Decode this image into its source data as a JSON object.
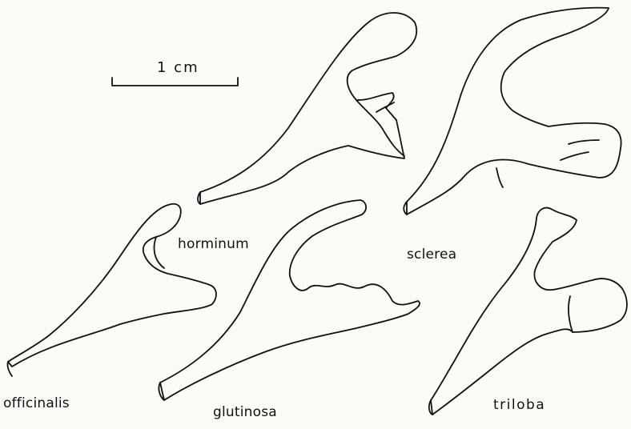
{
  "scale_bar": {
    "label": "1 cm"
  },
  "specimens": [
    {
      "id": "horminum",
      "label": "horminum"
    },
    {
      "id": "sclerea",
      "label": "sclerea"
    },
    {
      "id": "officinalis",
      "label": "officinalis"
    },
    {
      "id": "glutinosa",
      "label": "glutinosa"
    },
    {
      "id": "triloba",
      "label": "triloba"
    }
  ]
}
